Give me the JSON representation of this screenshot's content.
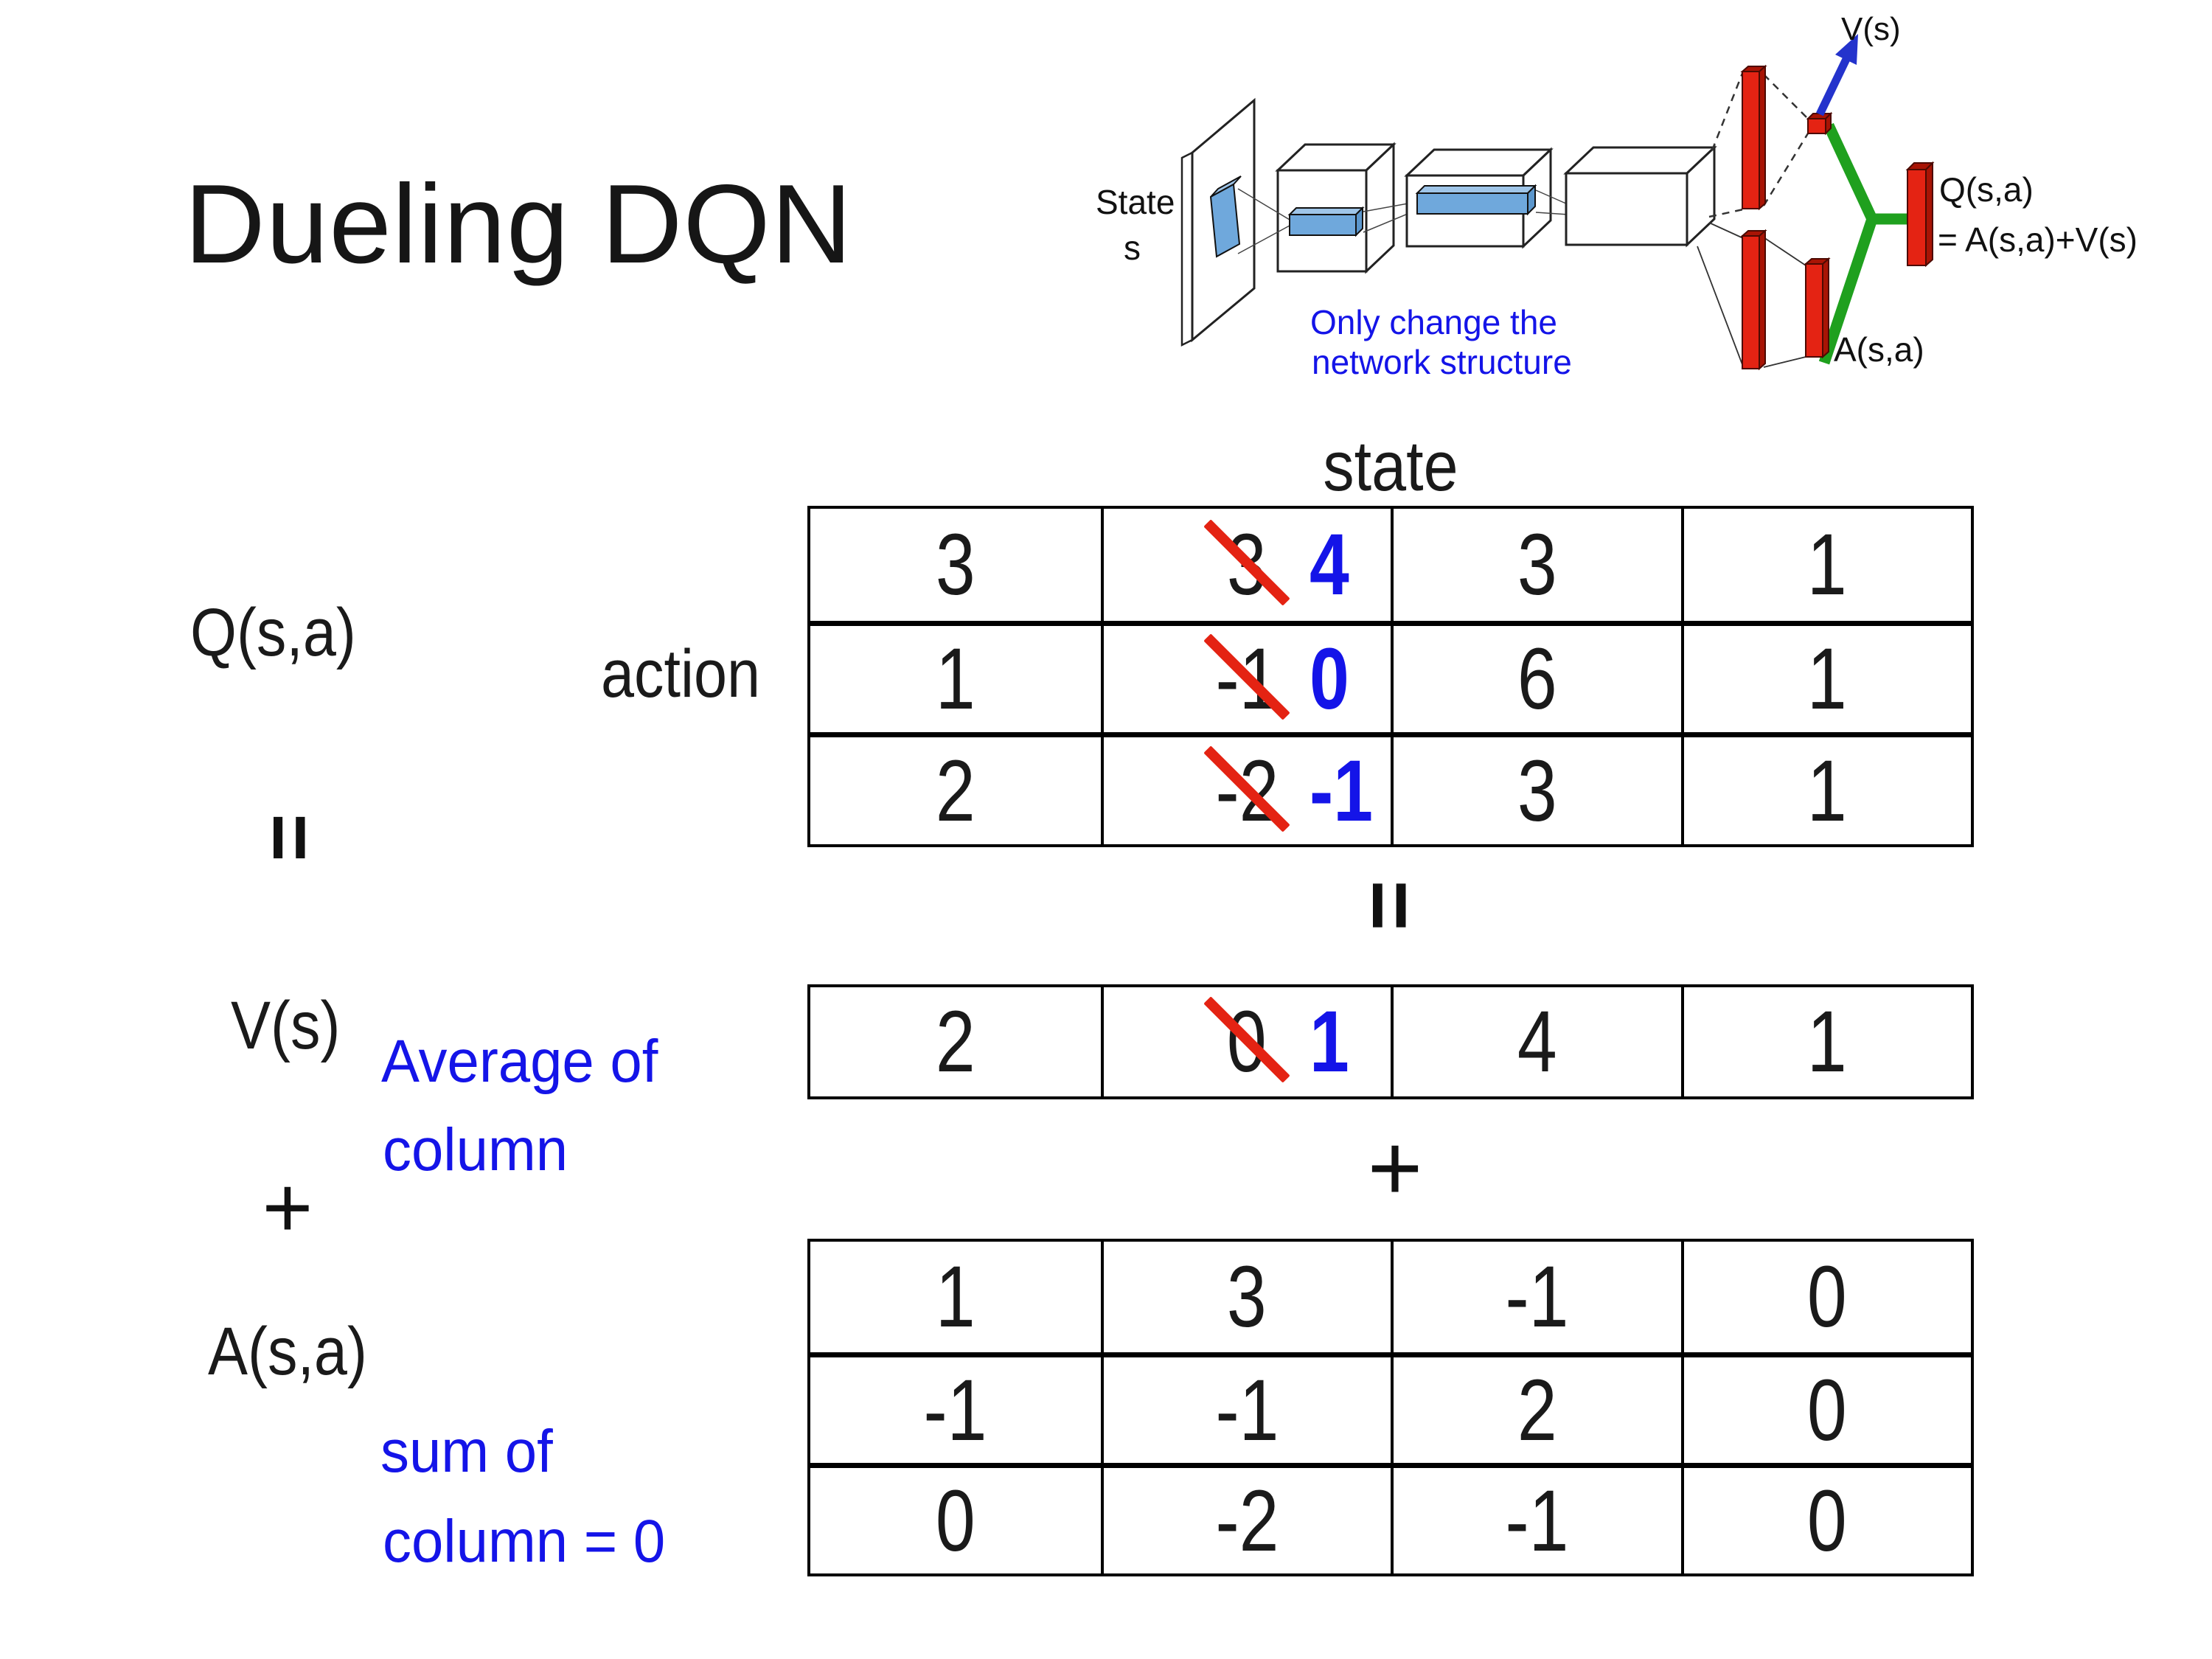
{
  "slide": {
    "title": "Dueling DQN"
  },
  "colors": {
    "blue_text": "#1414e8",
    "red": "#e42313",
    "red_side": "#a81405",
    "green": "#1fa01e",
    "arrow_blue": "#2433cc",
    "box_blue": "#6fa8dc",
    "box_blue_light": "#9fc5e8"
  },
  "diagram": {
    "state_line1": "State",
    "state_line2": "s",
    "note_line1": "Only change the",
    "note_line2": "network structure",
    "v_out_label": "V(s)",
    "q_out_label": "Q(s,a)",
    "q_out_formula": "= A(s,a)+V(s)",
    "a_out_label": "A(s,a)"
  },
  "headers": {
    "state": "state",
    "action": "action"
  },
  "eq": {
    "q_label": "Q(s,a)",
    "equals": "=",
    "equals_mid": "=",
    "v_label": "V(s)",
    "v_note1": "Average of",
    "v_note2": "column",
    "plus": "+",
    "plus_mid": "+",
    "a_label": "A(s,a)",
    "a_note1": "sum of",
    "a_note2": "column = 0"
  },
  "q_table": {
    "rows": [
      {
        "c0": "3",
        "old": "3",
        "new": "4",
        "c2": "3",
        "c3": "1"
      },
      {
        "c0": "1",
        "old": "-1",
        "new": "0",
        "c2": "6",
        "c3": "1"
      },
      {
        "c0": "2",
        "old": "-2",
        "new": "-1",
        "c2": "3",
        "c3": "1"
      }
    ]
  },
  "v_table": {
    "c0": "2",
    "old": "0",
    "new": "1",
    "c2": "4",
    "c3": "1"
  },
  "a_table": {
    "rows": [
      [
        "1",
        "3",
        "-1",
        "0"
      ],
      [
        "-1",
        "-1",
        "2",
        "0"
      ],
      [
        "0",
        "-2",
        "-1",
        "0"
      ]
    ]
  }
}
